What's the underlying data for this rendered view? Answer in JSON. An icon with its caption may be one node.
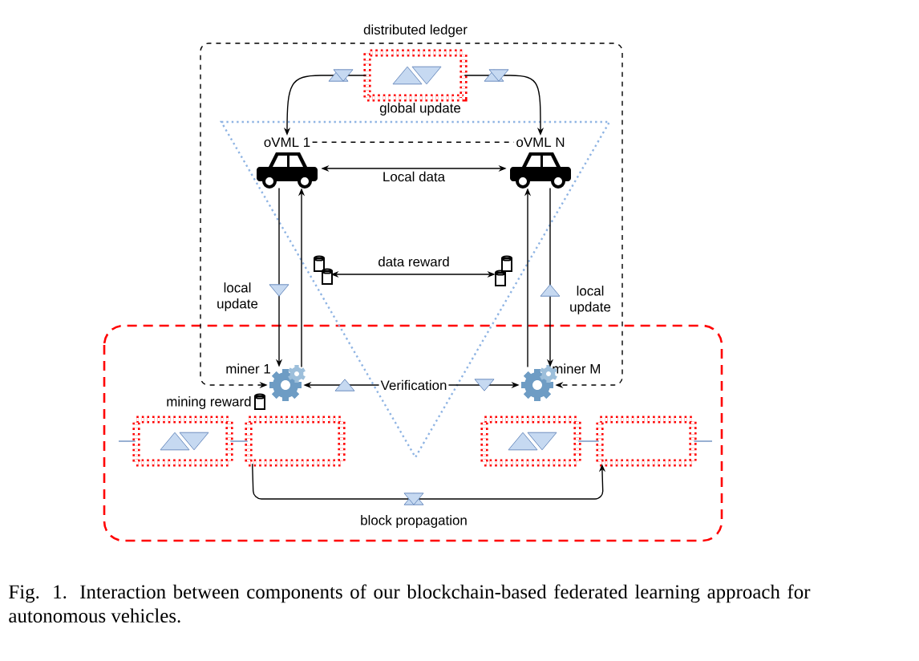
{
  "diagram": {
    "caption": "Fig. 1. Interaction between components of our blockchain-based federated learning approach for autonomous vehicles.",
    "nodes": [
      {
        "text": [
          "distributed ledger"
        ],
        "beside": [
          "global update"
        ]
      },
      {
        "text": [
          "oVML 1"
        ]
      },
      {
        "text": [
          "oVML N"
        ]
      },
      {
        "text": [],
        "shape": "cylinder"
      },
      {
        "text": [],
        "shape": "cylinder"
      },
      {
        "text": [
          "miner 1"
        ]
      },
      {
        "text": [
          "miner M"
        ]
      },
      {
        "text": [],
        "shape": "box"
      },
      {
        "text": [],
        "shape": "box"
      },
      {
        "text": [],
        "shape": "box"
      },
      {
        "text": [],
        "shape": "box"
      }
    ],
    "edges": [
      {
        "from": 0,
        "to": 1,
        "arrow": "to"
      },
      {
        "from": 0,
        "to": 2,
        "arrow": "to"
      },
      {
        "from": 1,
        "to": 2,
        "arrow": "none",
        "style": "dashed"
      },
      {
        "from": 1,
        "to": 2,
        "arrow": "both",
        "label": "Local data"
      },
      {
        "from": 3,
        "to": 4,
        "arrow": "both",
        "label": "data reward"
      },
      {
        "from": 1,
        "to": 5,
        "arrow": "to",
        "label": "local update"
      },
      {
        "from": 5,
        "to": 1,
        "arrow": "to"
      },
      {
        "from": 2,
        "to": 6,
        "arrow": "to",
        "label": "local update"
      },
      {
        "from": 6,
        "to": 2,
        "arrow": "to"
      },
      {
        "from": 5,
        "to": 6,
        "arrow": "both",
        "label": "Verification"
      },
      {
        "from": 7,
        "to": 8,
        "arrow": "none",
        "color": "#6c8ebf"
      },
      {
        "from": 9,
        "to": 10,
        "arrow": "none",
        "color": "#6c8ebf"
      },
      {
        "from": 8,
        "to": 10,
        "arrow": "to",
        "label": "block propagation"
      },
      {
        "from": null,
        "to": 7,
        "arrow": "none",
        "color": "#6c8ebf"
      },
      {
        "from": 10,
        "to": null,
        "arrow": "none",
        "color": "#6c8ebf"
      },
      {
        "from": 5,
        "to": 6,
        "arrow": "both",
        "style": "dashed"
      }
    ],
    "labels": [
      "mining reward"
    ]
  }
}
